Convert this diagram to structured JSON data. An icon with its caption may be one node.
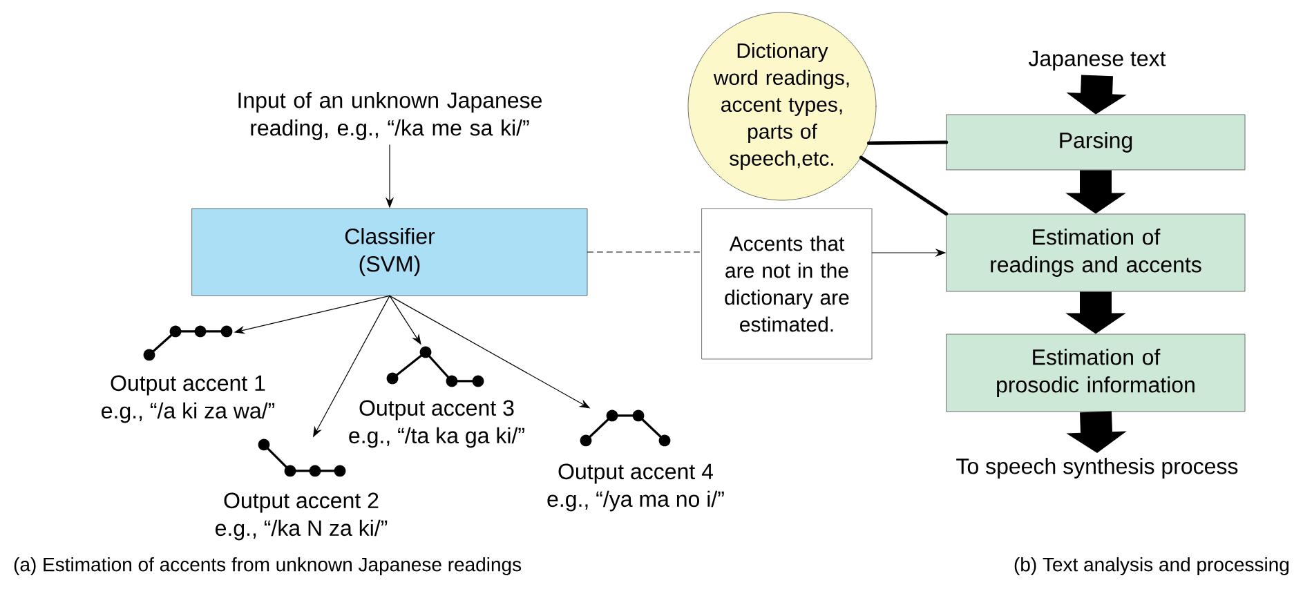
{
  "diagram": {
    "nodes": [
      {
        "text": [
          "Input of an unknown Japanese reading, e.g., “/ka me sa ki/”"
        ]
      },
      {
        "text": [
          "Classifier (SVM)"
        ]
      },
      {
        "text": [],
        "shape": "picture",
        "beside": [
          "Output accent 1",
          "e.g., “/a ki za wa/”"
        ]
      },
      {
        "text": [],
        "shape": "picture",
        "beside": [
          "Output accent 2",
          "e.g., “/ka N za ki/”"
        ]
      },
      {
        "text": [],
        "shape": "picture",
        "beside": [
          "Output accent 3",
          "e.g., “/ta ka ga ki/”"
        ]
      },
      {
        "text": [],
        "shape": "picture",
        "beside": [
          "Output accent 4",
          "e.g., “/ya ma no i/”"
        ]
      },
      {
        "text": [
          "Accents that are not in the dictionary are estimated."
        ]
      },
      {
        "text": [
          "Dictionary word readings, accent types, parts of speech,etc."
        ]
      },
      {
        "text": [
          "Japanese text"
        ]
      },
      {
        "text": [
          "Parsing"
        ]
      },
      {
        "text": [
          "Estimation of readings and accents"
        ]
      },
      {
        "text": [
          "Estimation of prosodic information"
        ]
      },
      {
        "text": [
          "To speech synthesis process"
        ]
      }
    ],
    "edges": [
      {
        "from": 0,
        "to": 1,
        "arrow": "to"
      },
      {
        "from": 1,
        "to": 2,
        "arrow": "to"
      },
      {
        "from": 1,
        "to": 3,
        "arrow": "to"
      },
      {
        "from": 1,
        "to": 4,
        "arrow": "to"
      },
      {
        "from": 1,
        "to": 5,
        "arrow": "to"
      },
      {
        "from": 1,
        "to": 6,
        "arrow": "none",
        "style": "dashed"
      },
      {
        "from": 6,
        "to": 10,
        "arrow": "to"
      },
      {
        "from": 7,
        "to": 9,
        "arrow": "none",
        "style": "thick"
      },
      {
        "from": 7,
        "to": 10,
        "arrow": "none",
        "style": "thick"
      },
      {
        "from": 8,
        "to": 9,
        "arrow": "to",
        "style": "thick"
      },
      {
        "from": 9,
        "to": 10,
        "arrow": "to",
        "style": "thick"
      },
      {
        "from": 10,
        "to": 11,
        "arrow": "to",
        "style": "thick"
      },
      {
        "from": 11,
        "to": 12,
        "arrow": "to",
        "style": "thick"
      }
    ],
    "labels": [
      "(a) Estimation of accents from unknown Japanese readings",
      "(b) Text analysis and processing"
    ]
  }
}
